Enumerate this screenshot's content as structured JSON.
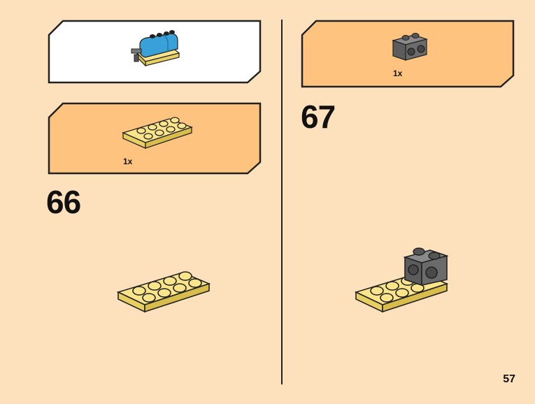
{
  "page": {
    "number": "57"
  },
  "left": {
    "subassembly_callout": {
      "icon": "blue-motor-subassembly"
    },
    "parts_callout": {
      "qty": "1x",
      "icon": "yellow-plate-2x4"
    },
    "step": {
      "number": "66",
      "illustration": "yellow-plate-2x4"
    }
  },
  "right": {
    "parts_callout": {
      "qty": "1x",
      "icon": "dark-gray-technic-brick-1x2-holes"
    },
    "step": {
      "number": "67",
      "illustration": "plate-with-technic-brick"
    }
  },
  "colors": {
    "background": "#fde1bd",
    "callout_orange": "#fec47f",
    "callout_white": "#ffffff",
    "yellow_brick": "#fbe58a",
    "gray_brick": "#6b6b6b",
    "blue_part": "#3aa0d8"
  }
}
